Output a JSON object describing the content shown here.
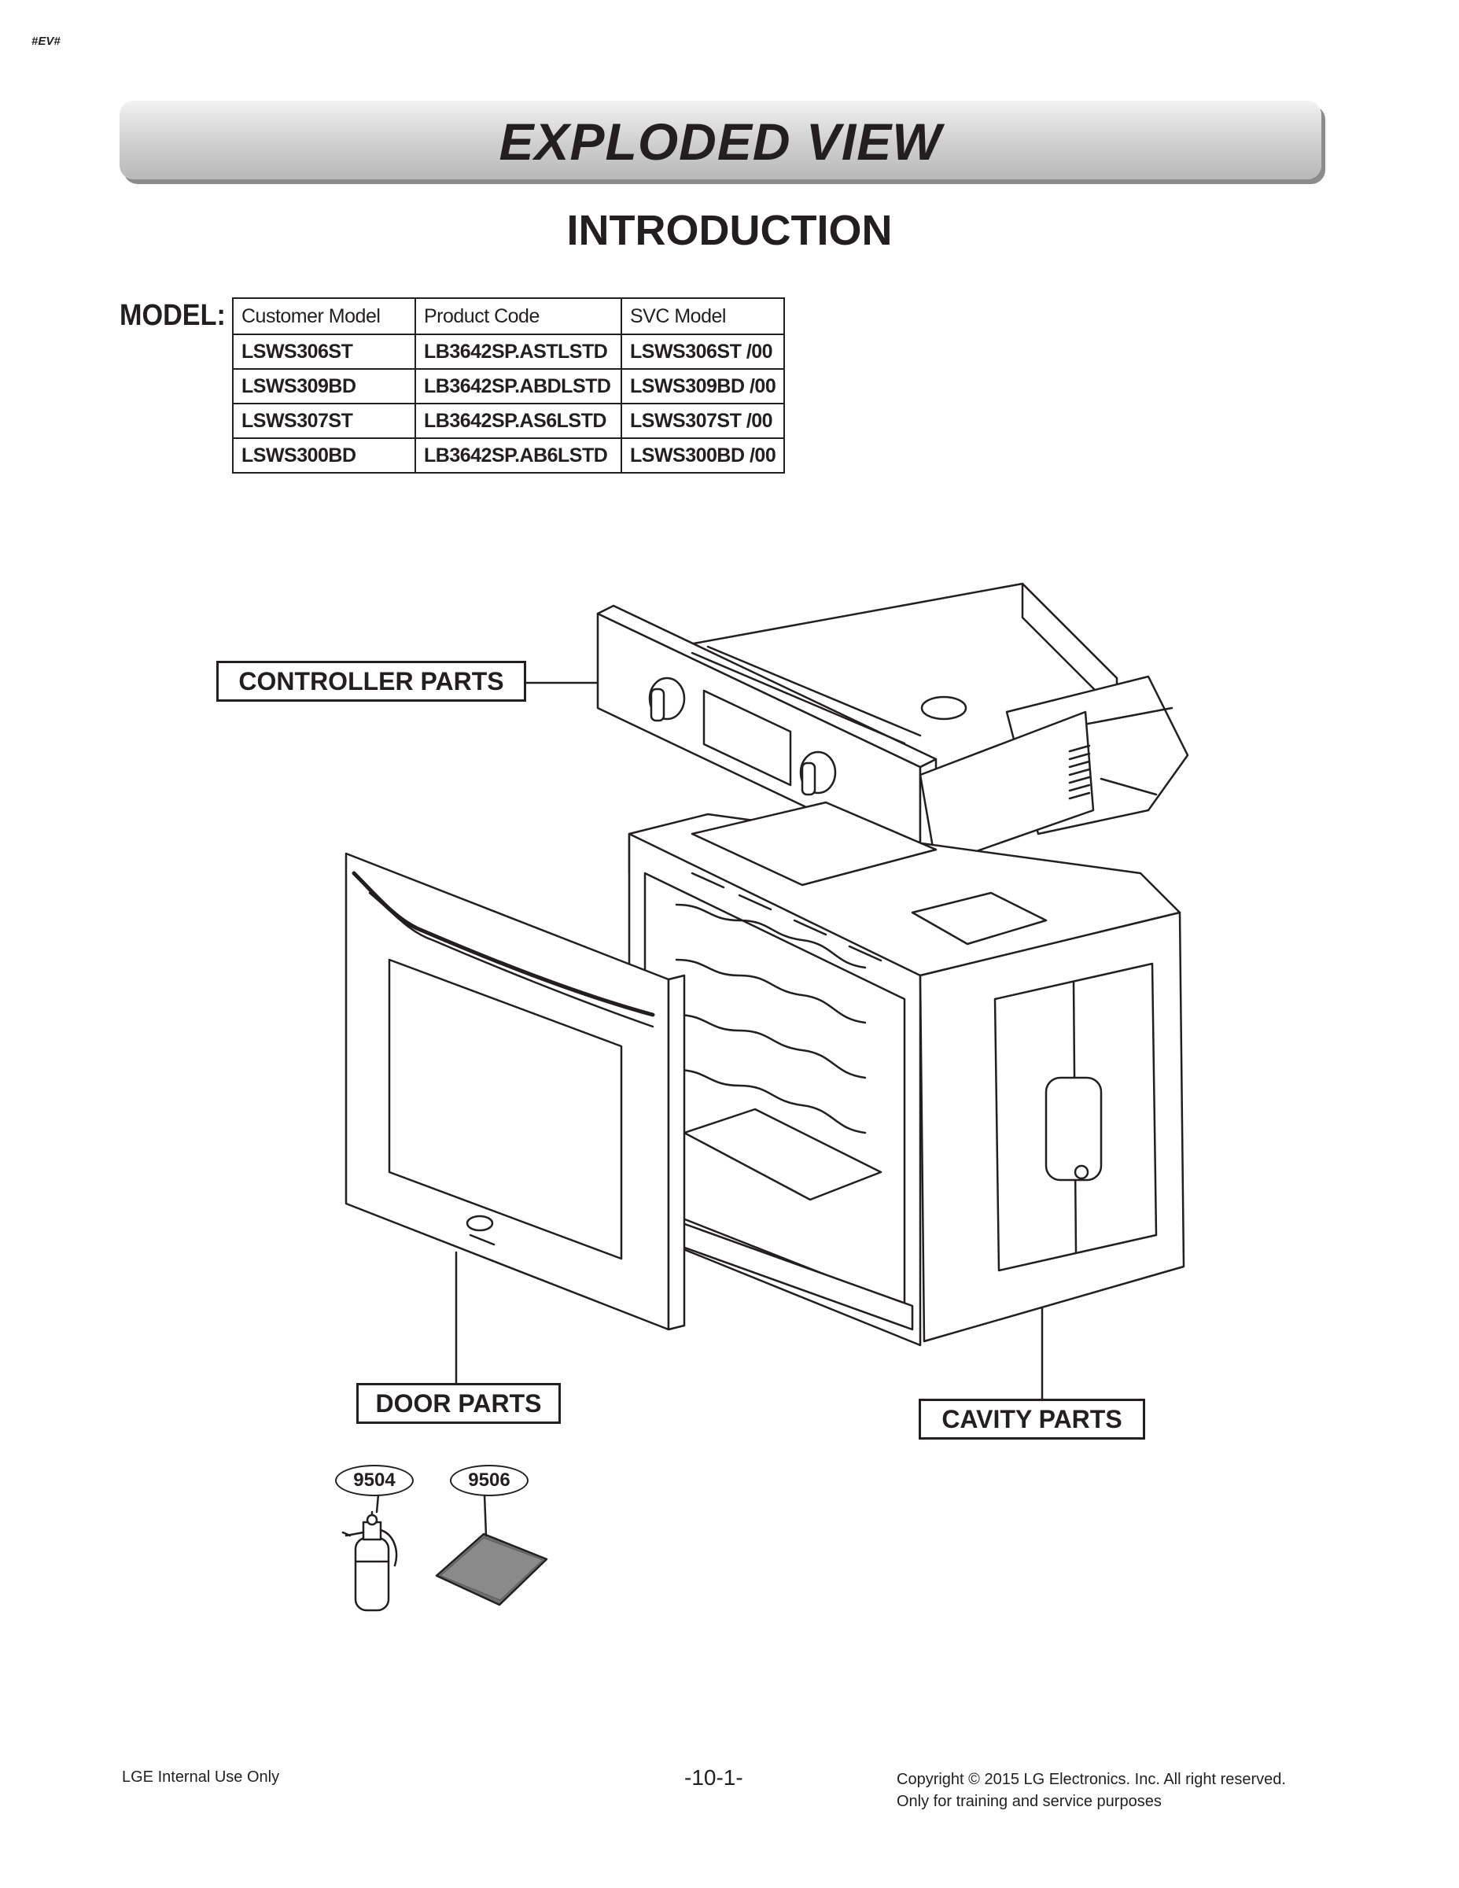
{
  "header": {
    "tag": "#EV#",
    "banner_title": "EXPLODED VIEW",
    "section_title": "INTRODUCTION"
  },
  "model": {
    "label": "MODEL:",
    "columns": [
      "Customer Model",
      "Product Code",
      "SVC Model"
    ],
    "rows": [
      [
        "LSWS306ST",
        "LB3642SP.ASTLSTD",
        "LSWS306ST /00"
      ],
      [
        "LSWS309BD",
        "LB3642SP.ABDLSTD",
        "LSWS309BD /00"
      ],
      [
        "LSWS307ST",
        "LB3642SP.AS6LSTD",
        "LSWS307ST /00"
      ],
      [
        "LSWS300BD",
        "LB3642SP.AB6LSTD",
        "LSWS300BD /00"
      ]
    ]
  },
  "diagram": {
    "labels": {
      "controller": "CONTROLLER PARTS",
      "door": "DOOR PARTS",
      "cavity": "CAVITY PARTS"
    },
    "parts": [
      {
        "number": "9504"
      },
      {
        "number": "9506"
      }
    ]
  },
  "footer": {
    "left": "LGE Internal Use Only",
    "page": "-10-1-",
    "copyright_line1": "Copyright © 2015 LG Electronics. Inc. All right reserved.",
    "copyright_line2": "Only for training and service purposes"
  }
}
